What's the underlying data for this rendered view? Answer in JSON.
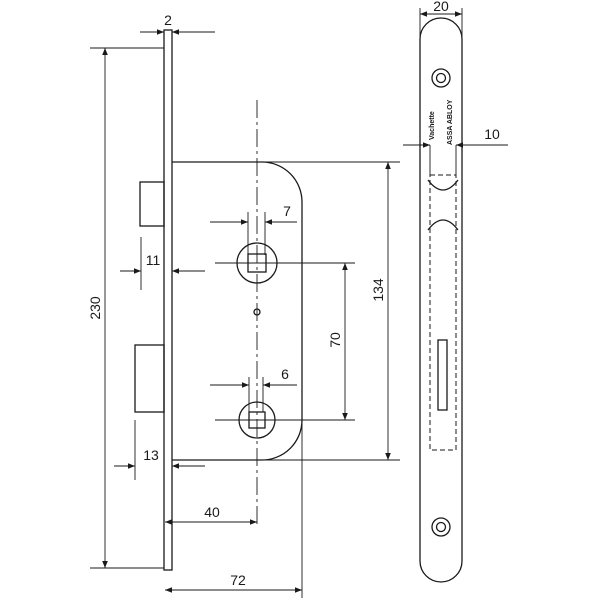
{
  "title": "Mortise lock dimension drawing",
  "dimensions": {
    "faceplate_thickness": "2",
    "total_height": "230",
    "case_height": "134",
    "spindle_distance": "70",
    "spindle_square_top": "7",
    "key_square_bottom": "6",
    "latch_projection": "11",
    "bolt_projection": "13",
    "backset": "40",
    "case_depth": "72",
    "faceplate_width": "20",
    "bolt_width": "10"
  },
  "brand": {
    "name": "Vachette",
    "group": "ASSA ABLOY"
  },
  "colors": {
    "line": "#1a1a1a",
    "background": "#ffffff"
  }
}
